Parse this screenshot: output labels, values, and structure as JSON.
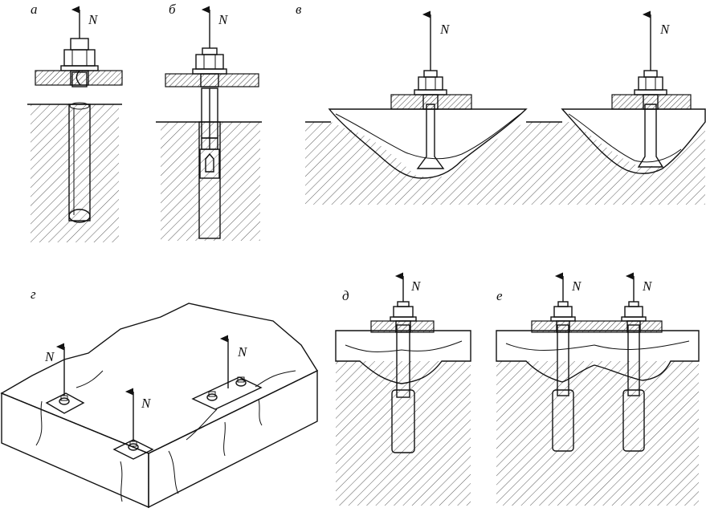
{
  "panels": {
    "a": {
      "label": "а",
      "force": "N"
    },
    "b": {
      "label": "б",
      "force": "N"
    },
    "v": {
      "label": "в",
      "force_left": "N",
      "force_right": "N"
    },
    "g": {
      "label": "г",
      "force_1": "N",
      "force_2": "N",
      "force_3": "N"
    },
    "d": {
      "label": "д",
      "force": "N"
    },
    "e": {
      "label": "е",
      "force_left": "N",
      "force_right": "N"
    }
  },
  "colors": {
    "line": "#111111",
    "background": "#ffffff"
  }
}
